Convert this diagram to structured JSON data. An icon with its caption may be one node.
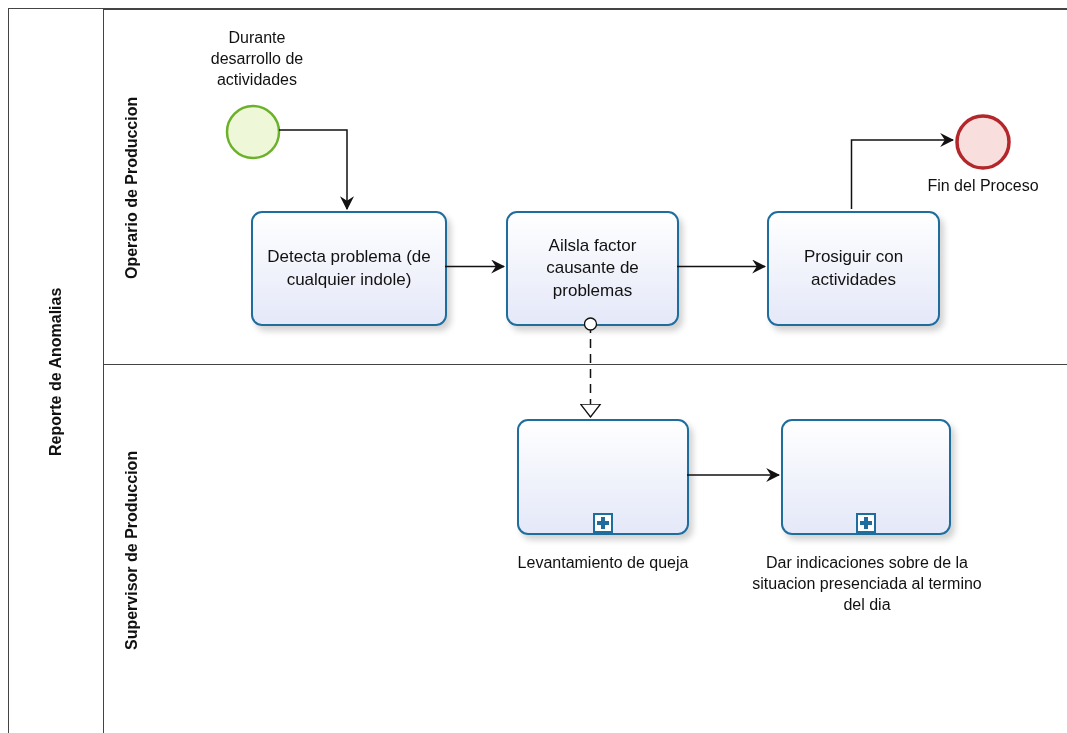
{
  "diagram": {
    "nodes": [
      {
        "text": [
          "Reporte de Anomalias"
        ]
      },
      {
        "text": [
          "Operario de Produccion"
        ],
        "in": 0
      },
      {
        "text": [
          "Supervisor de Produccion"
        ],
        "in": 0
      },
      {
        "text": [],
        "shape": "circle",
        "beside": [
          "Durante desarrollo de actividades"
        ],
        "in": 1
      },
      {
        "text": [
          "Detecta problema (de cualquier indole)"
        ],
        "in": 1
      },
      {
        "text": [
          "Ailsla factor causante de problemas"
        ],
        "in": 1
      },
      {
        "text": [
          "Prosiguir con actividades"
        ],
        "in": 1
      },
      {
        "text": [],
        "shape": "circle",
        "beside": [
          "Fin del Proceso"
        ],
        "in": 1
      },
      {
        "text": [],
        "shape": "box",
        "beside": [
          "Levantamiento de queja"
        ],
        "in": 2
      },
      {
        "text": [],
        "shape": "box",
        "beside": [
          "Dar indicaciones sobre de la situacion presenciada al termino del dia"
        ],
        "in": 2
      }
    ],
    "edges": [
      {
        "from": 3,
        "to": 4,
        "arrow": "to"
      },
      {
        "from": 4,
        "to": 5,
        "arrow": "to"
      },
      {
        "from": 5,
        "to": 6,
        "arrow": "to"
      },
      {
        "from": 6,
        "to": 7,
        "arrow": "to"
      },
      {
        "from": 5,
        "to": 8,
        "arrow": "to",
        "style": "dashed"
      },
      {
        "from": 8,
        "to": 9,
        "arrow": "to"
      }
    ]
  }
}
